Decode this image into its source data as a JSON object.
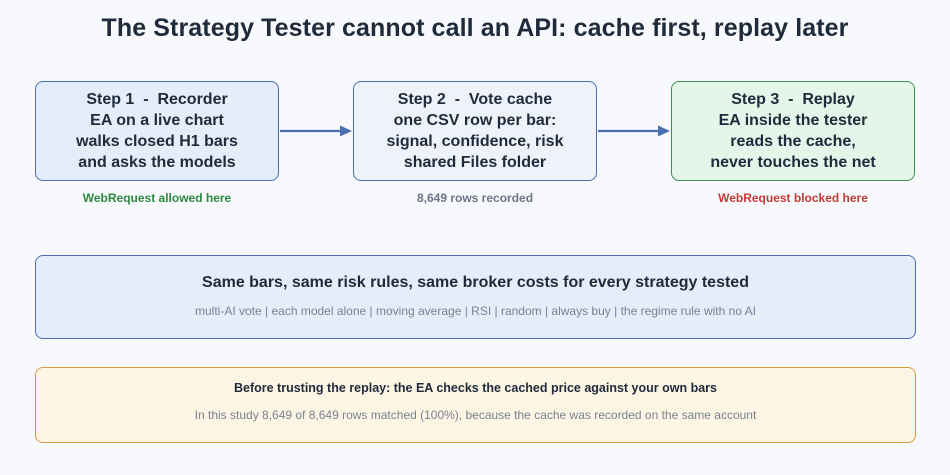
{
  "title": "The Strategy Tester cannot call an API: cache first, replay later",
  "colors": {
    "blue_border": "#4a6fb0",
    "green_border": "#3d9150",
    "orange_border": "#dc9a3e",
    "green_text": "#2e8a3f",
    "red_text": "#c23b37",
    "gray_text": "#6b7585",
    "arrow": "#4a6fb0"
  },
  "steps": [
    {
      "lines": [
        "Step 1  -  Recorder",
        "EA on a live chart",
        "walks closed H1 bars",
        "and asks the models"
      ],
      "caption": "WebRequest allowed here"
    },
    {
      "lines": [
        "Step 2  -  Vote cache",
        "one CSV row per bar:",
        "signal, confidence, risk",
        "shared Files folder"
      ],
      "caption": "8,649 rows recorded"
    },
    {
      "lines": [
        "Step 3  -  Replay",
        "EA inside the tester",
        "reads the cache,",
        "never touches the net"
      ],
      "caption": "WebRequest blocked here"
    }
  ],
  "shared": {
    "heading": "Same bars, same risk rules, same broker costs for every strategy tested",
    "strategies": "multi-AI vote | each model alone | moving average | RSI | random | always buy | the regime rule with no AI"
  },
  "check": {
    "heading": "Before trusting the replay: the EA checks the cached price against your own bars",
    "detail": "In this study 8,649 of 8,649 rows matched (100%), because the cache was recorded on the same account"
  }
}
